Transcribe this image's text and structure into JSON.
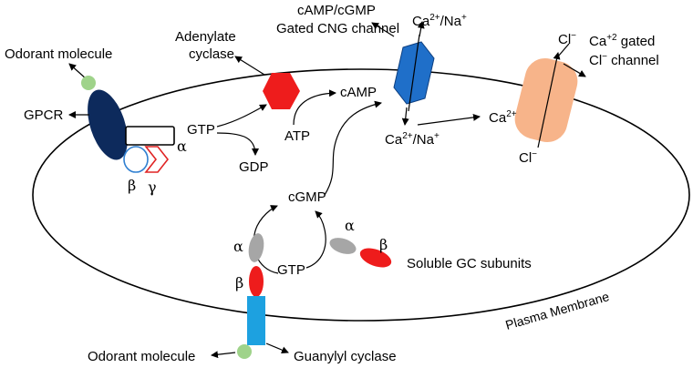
{
  "labels": {
    "odorant_top": "Odorant molecule",
    "gpcr": "GPCR",
    "alpha": "α",
    "beta": "β",
    "gamma": "γ",
    "gtp_left": "GTP",
    "gdp": "GDP",
    "adenylate_line1": "Adenylate",
    "adenylate_line2": "cyclase",
    "atp": "ATP",
    "camp": "cAMP",
    "cng_line1": "cAMP/cGMP",
    "cng_line2": "Gated CNG channel",
    "ca_na_top_main": "Ca",
    "ca_na_top_sup": "2+",
    "ca_na_top_mid": "/Na",
    "ca_na_top_sup2": "+",
    "ca_na_bottom_main": "Ca",
    "ca_na_bottom_sup": "2+",
    "ca_na_bottom_mid": "/Na",
    "ca_na_bottom_sup2": "+",
    "ca2_main": "Ca",
    "ca2_sup": "2+",
    "cl_top_main": "Cl",
    "cl_top_sup": "−",
    "cl_bottom_main": "Cl",
    "cl_bottom_sup": "−",
    "ca_gated_line1_main": "Ca",
    "ca_gated_line1_sup": "+2",
    "ca_gated_line1_rest": " gated",
    "ca_gated_line2_main": "Cl",
    "ca_gated_line2_sup": "−",
    "ca_gated_line2_rest": " channel",
    "cgmp": "cGMP",
    "gtp_bottom": "GTP",
    "soluble_gc": "Soluble GC subunits",
    "plasma_membrane": "Plasma Membrane",
    "odorant_bottom": "Odorant molecule",
    "guanylyl_cyclase": "Guanylyl cyclase"
  },
  "colors": {
    "gpcr": "#0d2a5c",
    "odorant": "#9fd38a",
    "adenylate": "#ee1c1c",
    "cng": "#1f6fc9",
    "cl_channel": "#f7b48a",
    "subunit_grey": "#a6a6a6",
    "subunit_red": "#ee1c1c",
    "guanylyl": "#1da1e0",
    "beta_outline": "#2f7fd1",
    "gamma_outline": "#e02424"
  }
}
